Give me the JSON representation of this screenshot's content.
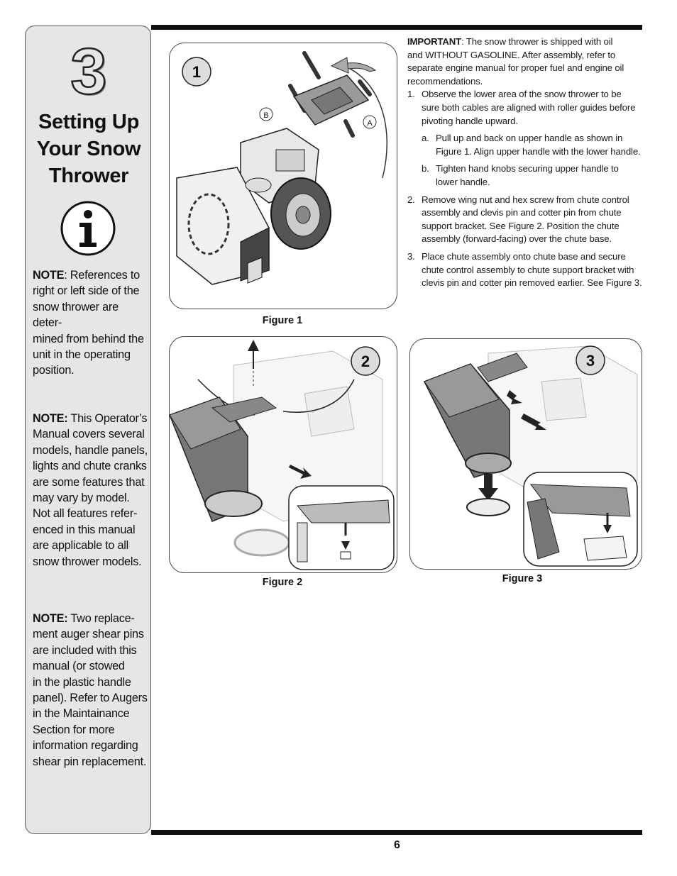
{
  "sidebar": {
    "chapter_number": "3",
    "title_line1": "Setting Up",
    "title_line2": "Your Snow",
    "title_line3": "Thrower",
    "icon": "info-icon",
    "note1_label": "NOTE",
    "note1_lines": [
      ": References to",
      "right or left side of the",
      "snow thrower are deter-",
      "mined from behind the",
      "unit in the operating",
      "position."
    ],
    "note2_label": "NOTE:",
    "note2_lines": [
      " This Operator’s",
      "Manual covers several",
      "models, handle panels,",
      "lights and chute cranks",
      "are some features that",
      "may vary by model.",
      "Not all features refer-",
      "enced in this manual",
      "are applicable to all",
      "snow thrower models."
    ],
    "note3_label": "NOTE:",
    "note3_lines": [
      " Two replace-",
      "ment auger shear pins",
      "are included with this",
      "manual (or stowed",
      "in the plastic handle",
      "panel). Refer to Augers",
      "in the Maintainance",
      "Section for more",
      "information regarding",
      "shear pin replacement."
    ]
  },
  "figures": {
    "fig1": {
      "badge": "1",
      "label_a": "A",
      "label_b": "B",
      "caption": "Figure 1"
    },
    "fig2": {
      "badge": "2",
      "caption": "Figure 2"
    },
    "fig3": {
      "badge": "3",
      "caption": "Figure 3"
    }
  },
  "instructions": {
    "important_label": "IMPORTANT",
    "important_lines": [
      ": The snow thrower is shipped with oil",
      "and WITHOUT GASOLINE. After assembly, refer to",
      "separate engine manual for proper fuel and engine oil",
      "recommendations."
    ],
    "step1_num": "1.",
    "step1_lines": [
      "Observe the lower area of the snow thrower to be",
      "sure both cables are aligned with roller guides before",
      "pivoting handle upward."
    ],
    "step1a_num": "a.",
    "step1a_lines": [
      "Pull up and back on upper handle as shown in",
      "Figure 1. Align upper handle with the lower handle."
    ],
    "step1b_num": "b.",
    "step1b_lines": [
      "Tighten hand knobs securing upper handle to",
      "lower handle."
    ],
    "step2_num": "2.",
    "step2_lines": [
      "Remove wing nut and hex screw from chute control",
      "assembly and clevis pin and cotter pin from chute",
      "support bracket. See Figure 2. Position the chute",
      "assembly (forward-facing) over the chute base."
    ],
    "step3_num": "3.",
    "step3_lines": [
      "Place chute assembly onto chute base and secure",
      "chute control assembly to chute support bracket with",
      "clevis pin and cotter pin removed earlier. See Figure 3."
    ]
  },
  "footer": {
    "page_number": "6"
  }
}
